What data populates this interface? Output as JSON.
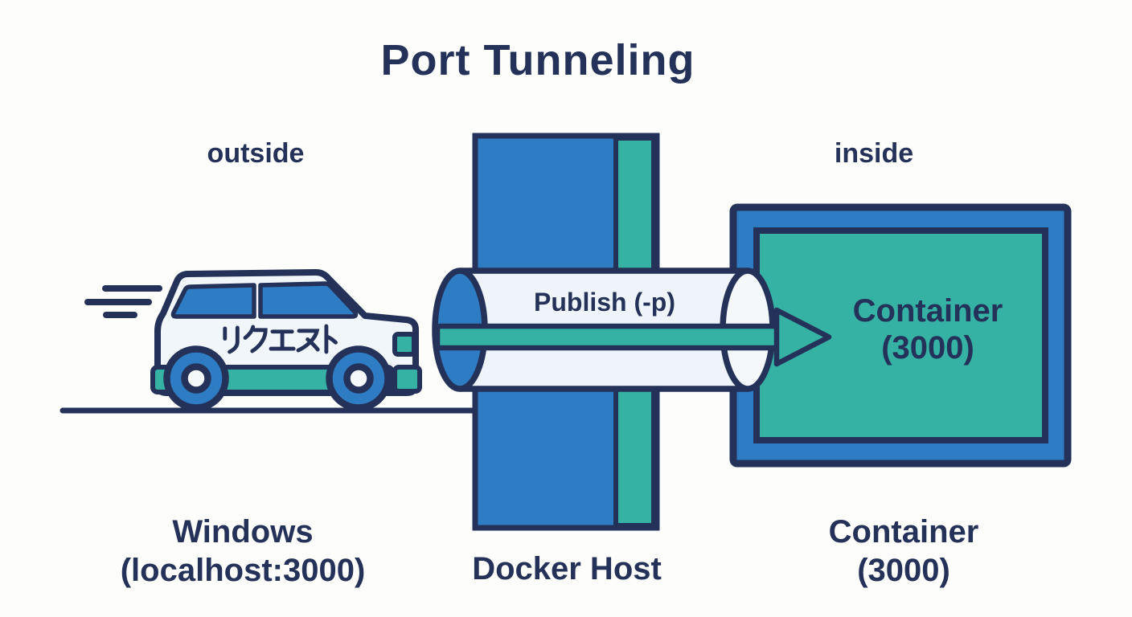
{
  "title": "Port Tunneling",
  "zones": {
    "outside": "outside",
    "inside": "inside"
  },
  "car": {
    "label": "リクエスト"
  },
  "tunnel": {
    "label": "Publish (-p)"
  },
  "container_box": {
    "name": "Container",
    "port": "(3000)"
  },
  "captions": {
    "client_line1": "Windows",
    "client_line2": "(localhost:3000)",
    "host": "Docker Host",
    "container_line1": "Container",
    "container_line2": "(3000)"
  },
  "colors": {
    "navy": "#243158",
    "blue": "#2e7dc4",
    "teal": "#35b2a3",
    "tunnel_body": "#eef4f9",
    "car_body": "#f1f6fa",
    "background": "#fdfdfb"
  }
}
